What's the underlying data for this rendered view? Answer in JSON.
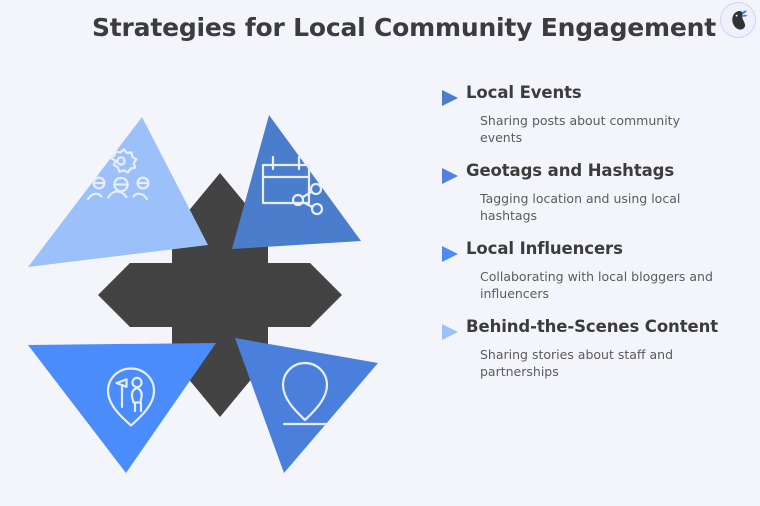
{
  "header": {
    "title": "Strategies for Local Community Engagement",
    "brand_icon": "bird-logo-icon",
    "brand_colors": {
      "silhouette": "#2f3336",
      "accent": "#3d7ddb",
      "badge_fill": "#eef1fb",
      "badge_ring": "#c9d6f2"
    }
  },
  "theme": {
    "background": "#f4f5fa",
    "center_shape": "#434343",
    "title_color": "#3c3c3c",
    "body_color": "#5b5b5b",
    "icon_stroke": "#e8eefc"
  },
  "diagram": {
    "center_shape_name": "four-pointed-cross",
    "segments": [
      {
        "position": "top-left",
        "color": "#9bc0fa",
        "icon": "community-people-gear-icon",
        "label": "Behind-the-Scenes Content"
      },
      {
        "position": "top-right",
        "color": "#4a7dcc",
        "icon": "calendar-share-icon",
        "label": "Local Events"
      },
      {
        "position": "bottom-left",
        "color": "#4a8cfa",
        "icon": "map-pin-influencer-megaphone-icon",
        "label": "Local Influencers"
      },
      {
        "position": "bottom-right",
        "color": "#4a80dc",
        "icon": "location-pin-icon",
        "label": "Geotags and Hashtags"
      }
    ]
  },
  "list": {
    "items": [
      {
        "title": "Local Events",
        "description": "Sharing posts about community events",
        "marker_color": "#4a7dcc",
        "marker_icon": "triangle-right-icon"
      },
      {
        "title": "Geotags and Hashtags",
        "description": "Tagging location and using local hashtags",
        "marker_color": "#4e81e0",
        "marker_icon": "triangle-right-icon"
      },
      {
        "title": "Local Influencers",
        "description": "Collaborating with local bloggers and influencers",
        "marker_color": "#4a8cfa",
        "marker_icon": "triangle-right-icon"
      },
      {
        "title": "Behind-the-Scenes Content",
        "description": "Sharing stories about staff and partnerships",
        "marker_color": "#9bc0fa",
        "marker_icon": "triangle-right-icon"
      }
    ]
  }
}
